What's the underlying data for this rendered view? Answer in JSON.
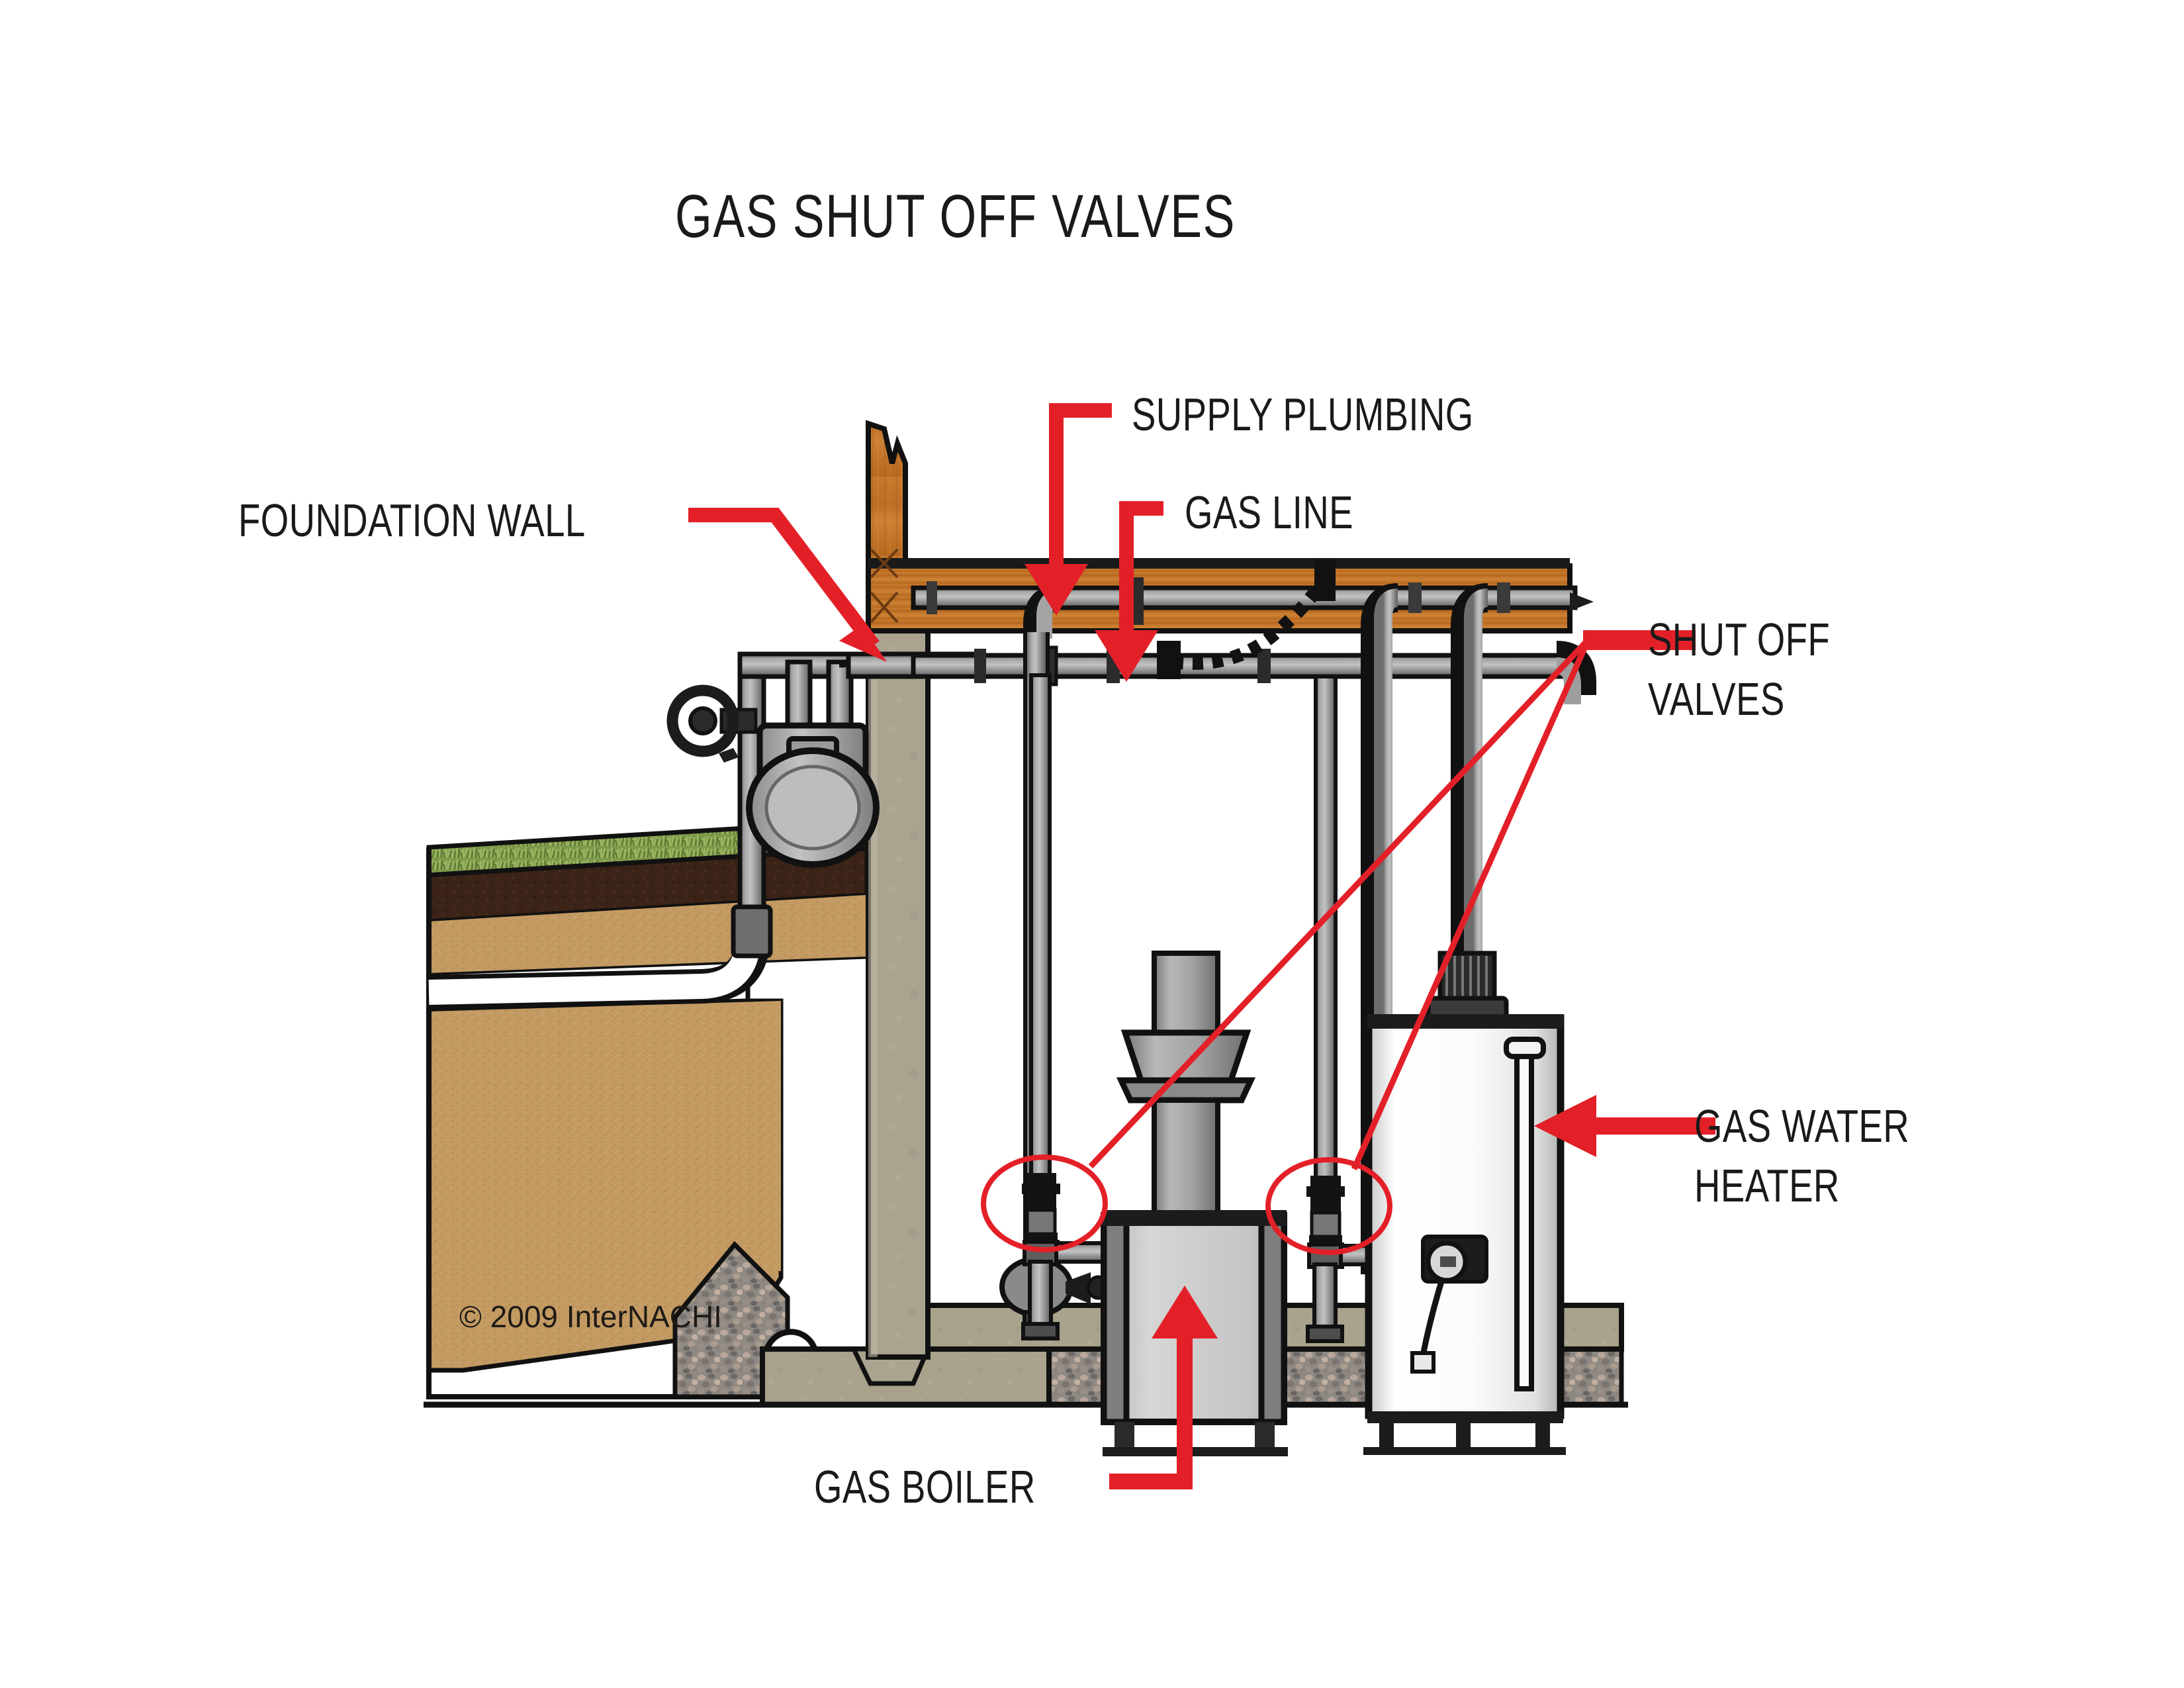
{
  "title": "GAS SHUT OFF VALVES",
  "labels": {
    "foundation_wall": "FOUNDATION WALL",
    "supply_plumbing": "SUPPLY PLUMBING",
    "gas_line": "GAS LINE",
    "shut_off_valves_line1": "SHUT OFF",
    "shut_off_valves_line2": "VALVES",
    "gas_water_heater_line1": "GAS WATER",
    "gas_water_heater_line2": "HEATER",
    "gas_boiler": "GAS BOILER"
  },
  "copyright": "© 2009  InterNACHI",
  "colors": {
    "accent_red": "#E32028",
    "text": "#1a1a1a",
    "background": "#ffffff",
    "grass": "#7d9a4a",
    "topsoil": "#3b2317",
    "subsoil": "#c39a62",
    "concrete": "#a9a28c",
    "gravel": "#9a9289",
    "wood": "#c5772b",
    "pipe_steel": "#8e8e8e",
    "water_heater": "#f2f2f2",
    "boiler_body": "#c9c9c9"
  },
  "components": {
    "gas_meter": "gas-meter",
    "meter_shutoff": "meter-shutoff-valve",
    "underground_gas_service": "underground-gas-service-pipe",
    "gas_boiler": "gas-boiler",
    "boiler_flue": "boiler-flue-draft-hood",
    "gas_water_heater": "gas-water-heater",
    "water_heater_draft_hood": "water-heater-draft-hood",
    "tp_relief": "temperature-pressure-relief-pipe",
    "gas_control_valve": "gas-control-valve",
    "shutoff_valve_boiler": "shut-off-valve-boiler",
    "shutoff_valve_heater": "shut-off-valve-water-heater",
    "drain_tile": "perimeter-drain-tile",
    "footing": "concrete-footing",
    "slab": "concrete-slab",
    "rim_joist": "rim-joist",
    "flex_connector": "flexible-gas-connector"
  }
}
